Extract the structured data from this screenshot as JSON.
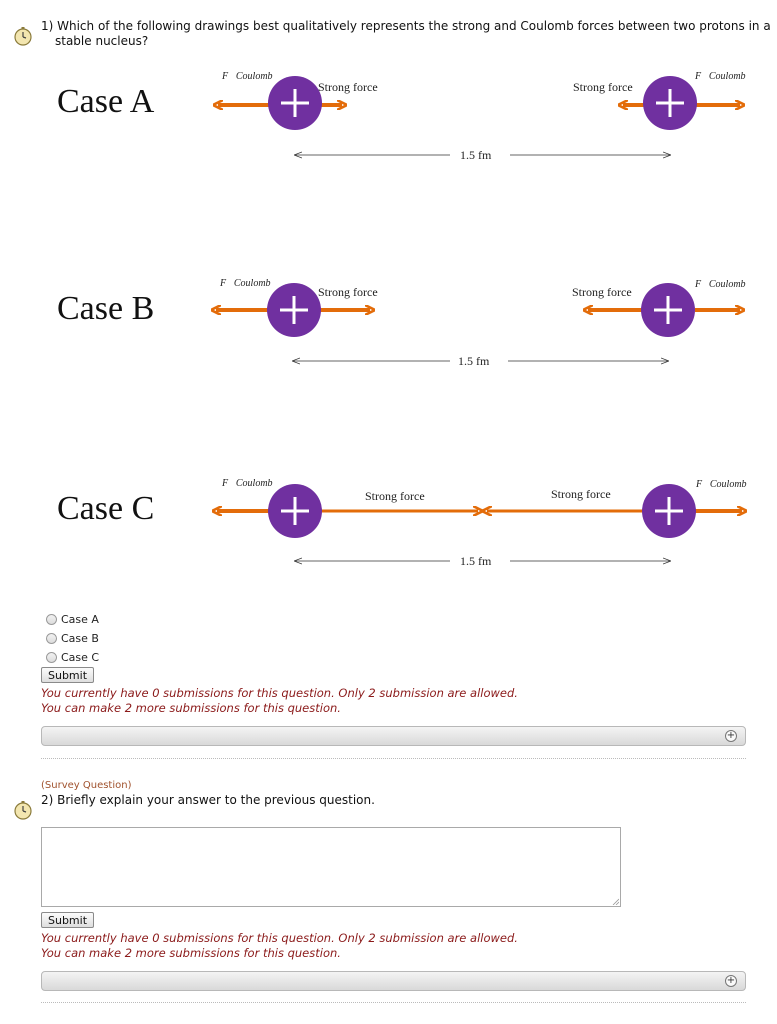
{
  "q1": {
    "text_line1": "1) Which of the following drawings best qualitatively represents the strong and Coulomb forces between two protons in a",
    "text_line2": "stable nucleus?",
    "cases": [
      {
        "label": "Case A",
        "coulomb": "F⃗Coulomb",
        "strong": "Strong force",
        "distance": "1.5 fm"
      },
      {
        "label": "Case B",
        "coulomb": "F⃗Coulomb",
        "strong": "Strong force",
        "distance": "1.5 fm"
      },
      {
        "label": "Case C",
        "coulomb": "F⃗Coulomb",
        "strong": "Strong force",
        "distance": "1.5 fm"
      }
    ],
    "options": [
      "Case A",
      "Case B",
      "Case C"
    ],
    "submit_label": "Submit",
    "warn1": "You currently have 0 submissions for this question. Only 2 submission are allowed.",
    "warn2": "You can make 2 more submissions for this question."
  },
  "q2": {
    "survey_tag": "(Survey Question)",
    "text": "2) Briefly explain your answer to the previous question.",
    "submit_label": "Submit",
    "warn1": "You currently have 0 submissions for this question. Only 2 submission are allowed.",
    "warn2": "You can make 2 more submissions for this question."
  },
  "colors": {
    "proton": "#7030a0",
    "arrow": "#e36c0a",
    "warning": "#8b1a1a",
    "survey": "#a0522d"
  },
  "icons": {
    "timer": "stopwatch-icon",
    "expand": "plus-circle-icon"
  }
}
